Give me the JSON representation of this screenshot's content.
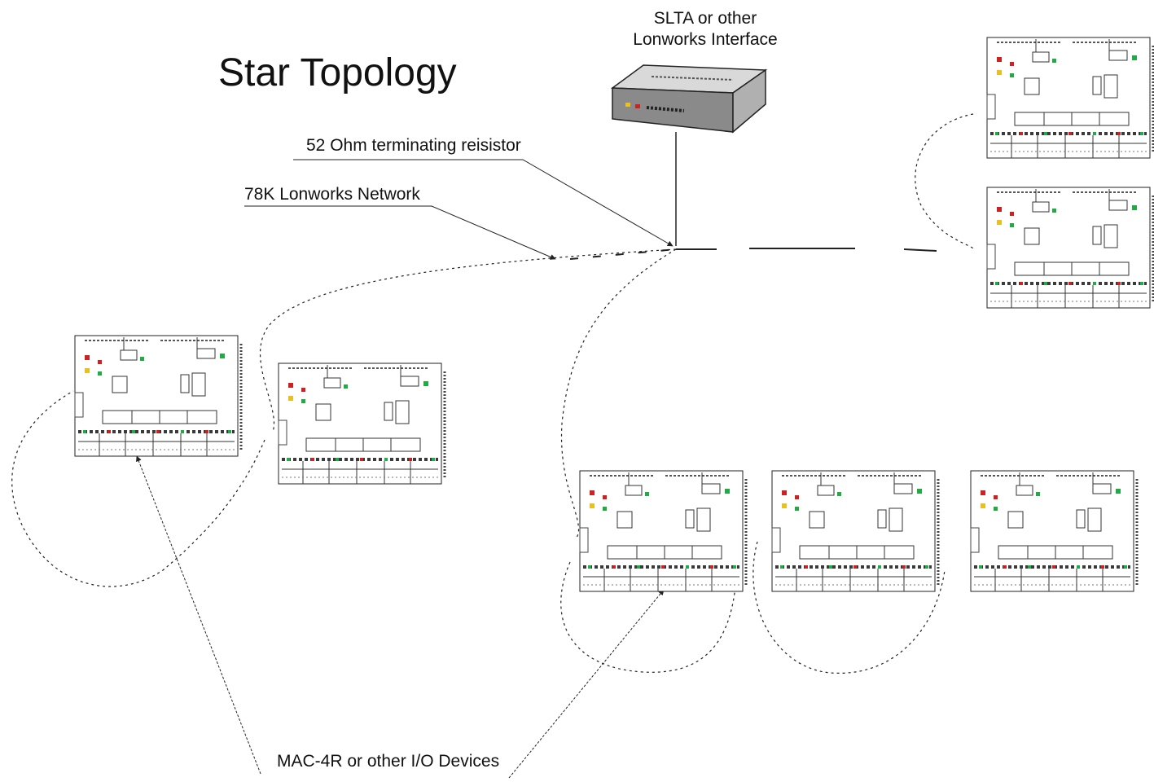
{
  "title": "Star Topology",
  "labels": {
    "interface_line1": "SLTA or other",
    "interface_line2": "Lonworks Interface",
    "resistor": "52 Ohm terminating reisistor",
    "network": "78K Lonworks Network",
    "devices": "MAC-4R or other I/O Devices"
  },
  "device_count": 7,
  "colors": {
    "line": "#222222",
    "interface_top": "#d9d9d9",
    "interface_front": "#8a8a8a",
    "led_red": "#cc2222",
    "led_green": "#22aa44",
    "led_yellow": "#e8c020",
    "connector": "#3a3a3a"
  }
}
